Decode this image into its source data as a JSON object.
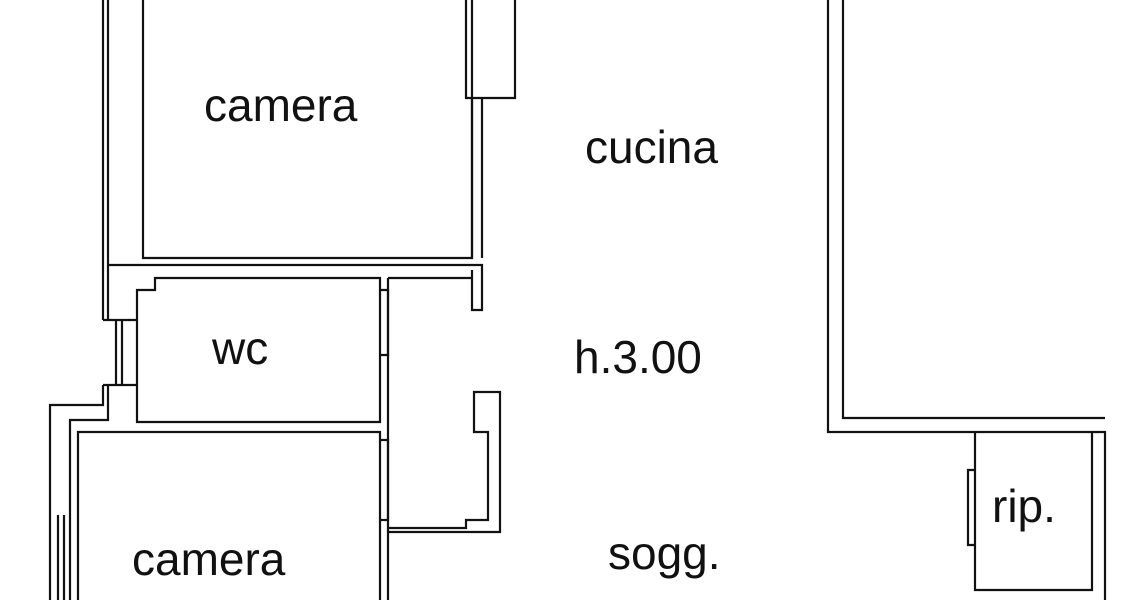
{
  "rooms": {
    "camera_top": "camera",
    "cucina": "cucina",
    "wc": "wc",
    "height": "h.3.00",
    "camera_bottom": "camera",
    "soggiorno": "sogg.",
    "ripostiglio": "rip."
  },
  "colors": {
    "line": "#111111",
    "background": "#ffffff"
  }
}
